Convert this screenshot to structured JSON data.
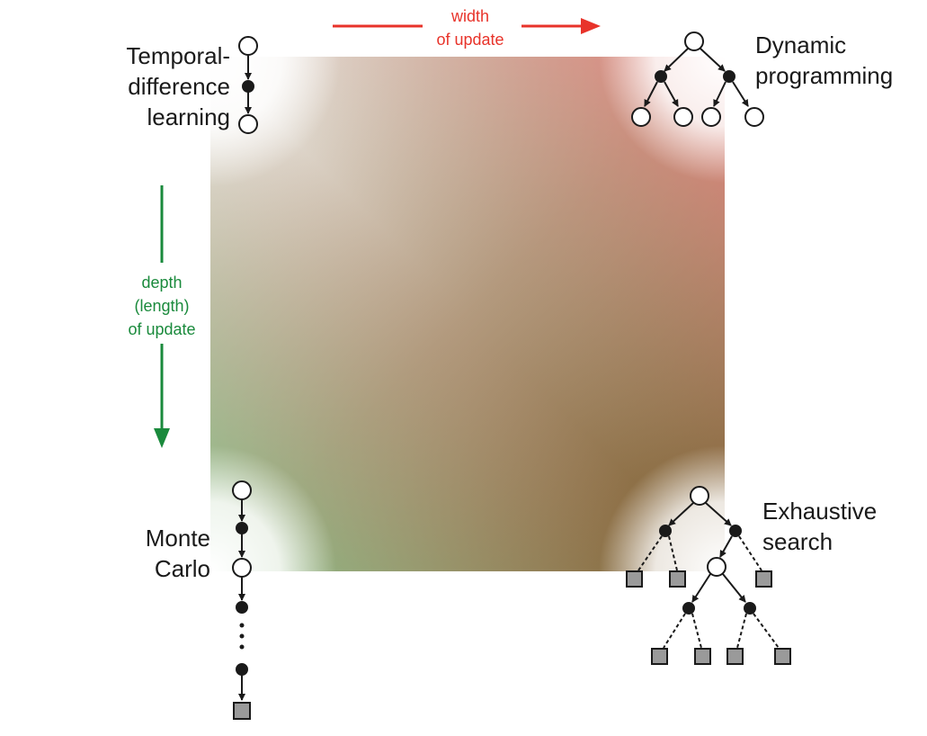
{
  "width_axis": {
    "line1": "width",
    "line2": "of update",
    "color": "#e8332a"
  },
  "depth_axis": {
    "line1": "depth",
    "line2": "(length)",
    "line3": "of update",
    "color": "#1a8a3c"
  },
  "corners": {
    "top_left": {
      "line1": "Temporal-",
      "line2": "difference",
      "line3": "learning"
    },
    "top_right": {
      "line1": "Dynamic",
      "line2": "programming"
    },
    "bottom_left": {
      "line1": "Monte",
      "line2": "Carlo"
    },
    "bottom_right": {
      "line1": "Exhaustive",
      "line2": "search"
    }
  },
  "gradient_colors": {
    "top_left": "#f4f4f2",
    "top_right": "#f09a9a",
    "bottom_left": "#8fd08f",
    "bottom_right": "#8c6a2a",
    "center": "#b09478"
  }
}
